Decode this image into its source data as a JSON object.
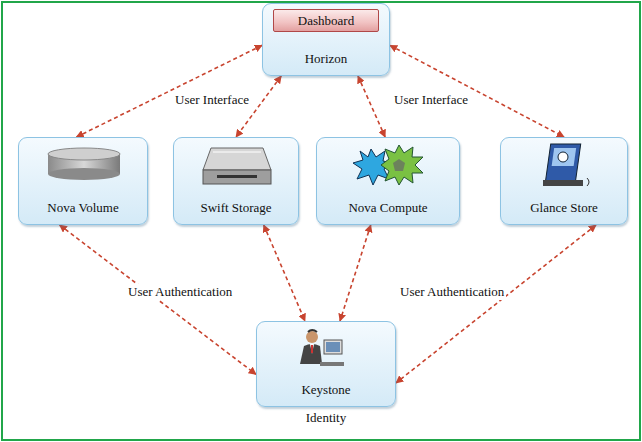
{
  "diagram": {
    "nodes": [
      {
        "text": [
          "Horizon"
        ]
      },
      {
        "text": [
          "Dashboard"
        ],
        "in": 0
      },
      {
        "text": [
          "Nova Volume"
        ]
      },
      {
        "text": [
          "Swift Storage"
        ]
      },
      {
        "text": [
          "Nova Compute"
        ]
      },
      {
        "text": [
          "Glance Store"
        ]
      },
      {
        "text": [
          "Keystone",
          "Identity"
        ]
      }
    ],
    "edges": [
      {
        "from": 0,
        "to": 2,
        "arrow": "both",
        "label": "User Interface"
      },
      {
        "from": 0,
        "to": 3,
        "arrow": "both"
      },
      {
        "from": 0,
        "to": 4,
        "arrow": "both"
      },
      {
        "from": 0,
        "to": 5,
        "arrow": "both",
        "label": "User Interface"
      },
      {
        "from": 2,
        "to": 6,
        "arrow": "both",
        "label": "User Authentication"
      },
      {
        "from": 3,
        "to": 6,
        "arrow": "both"
      },
      {
        "from": 4,
        "to": 6,
        "arrow": "both"
      },
      {
        "from": 5,
        "to": 6,
        "arrow": "both",
        "label": "User Authentication"
      }
    ]
  }
}
